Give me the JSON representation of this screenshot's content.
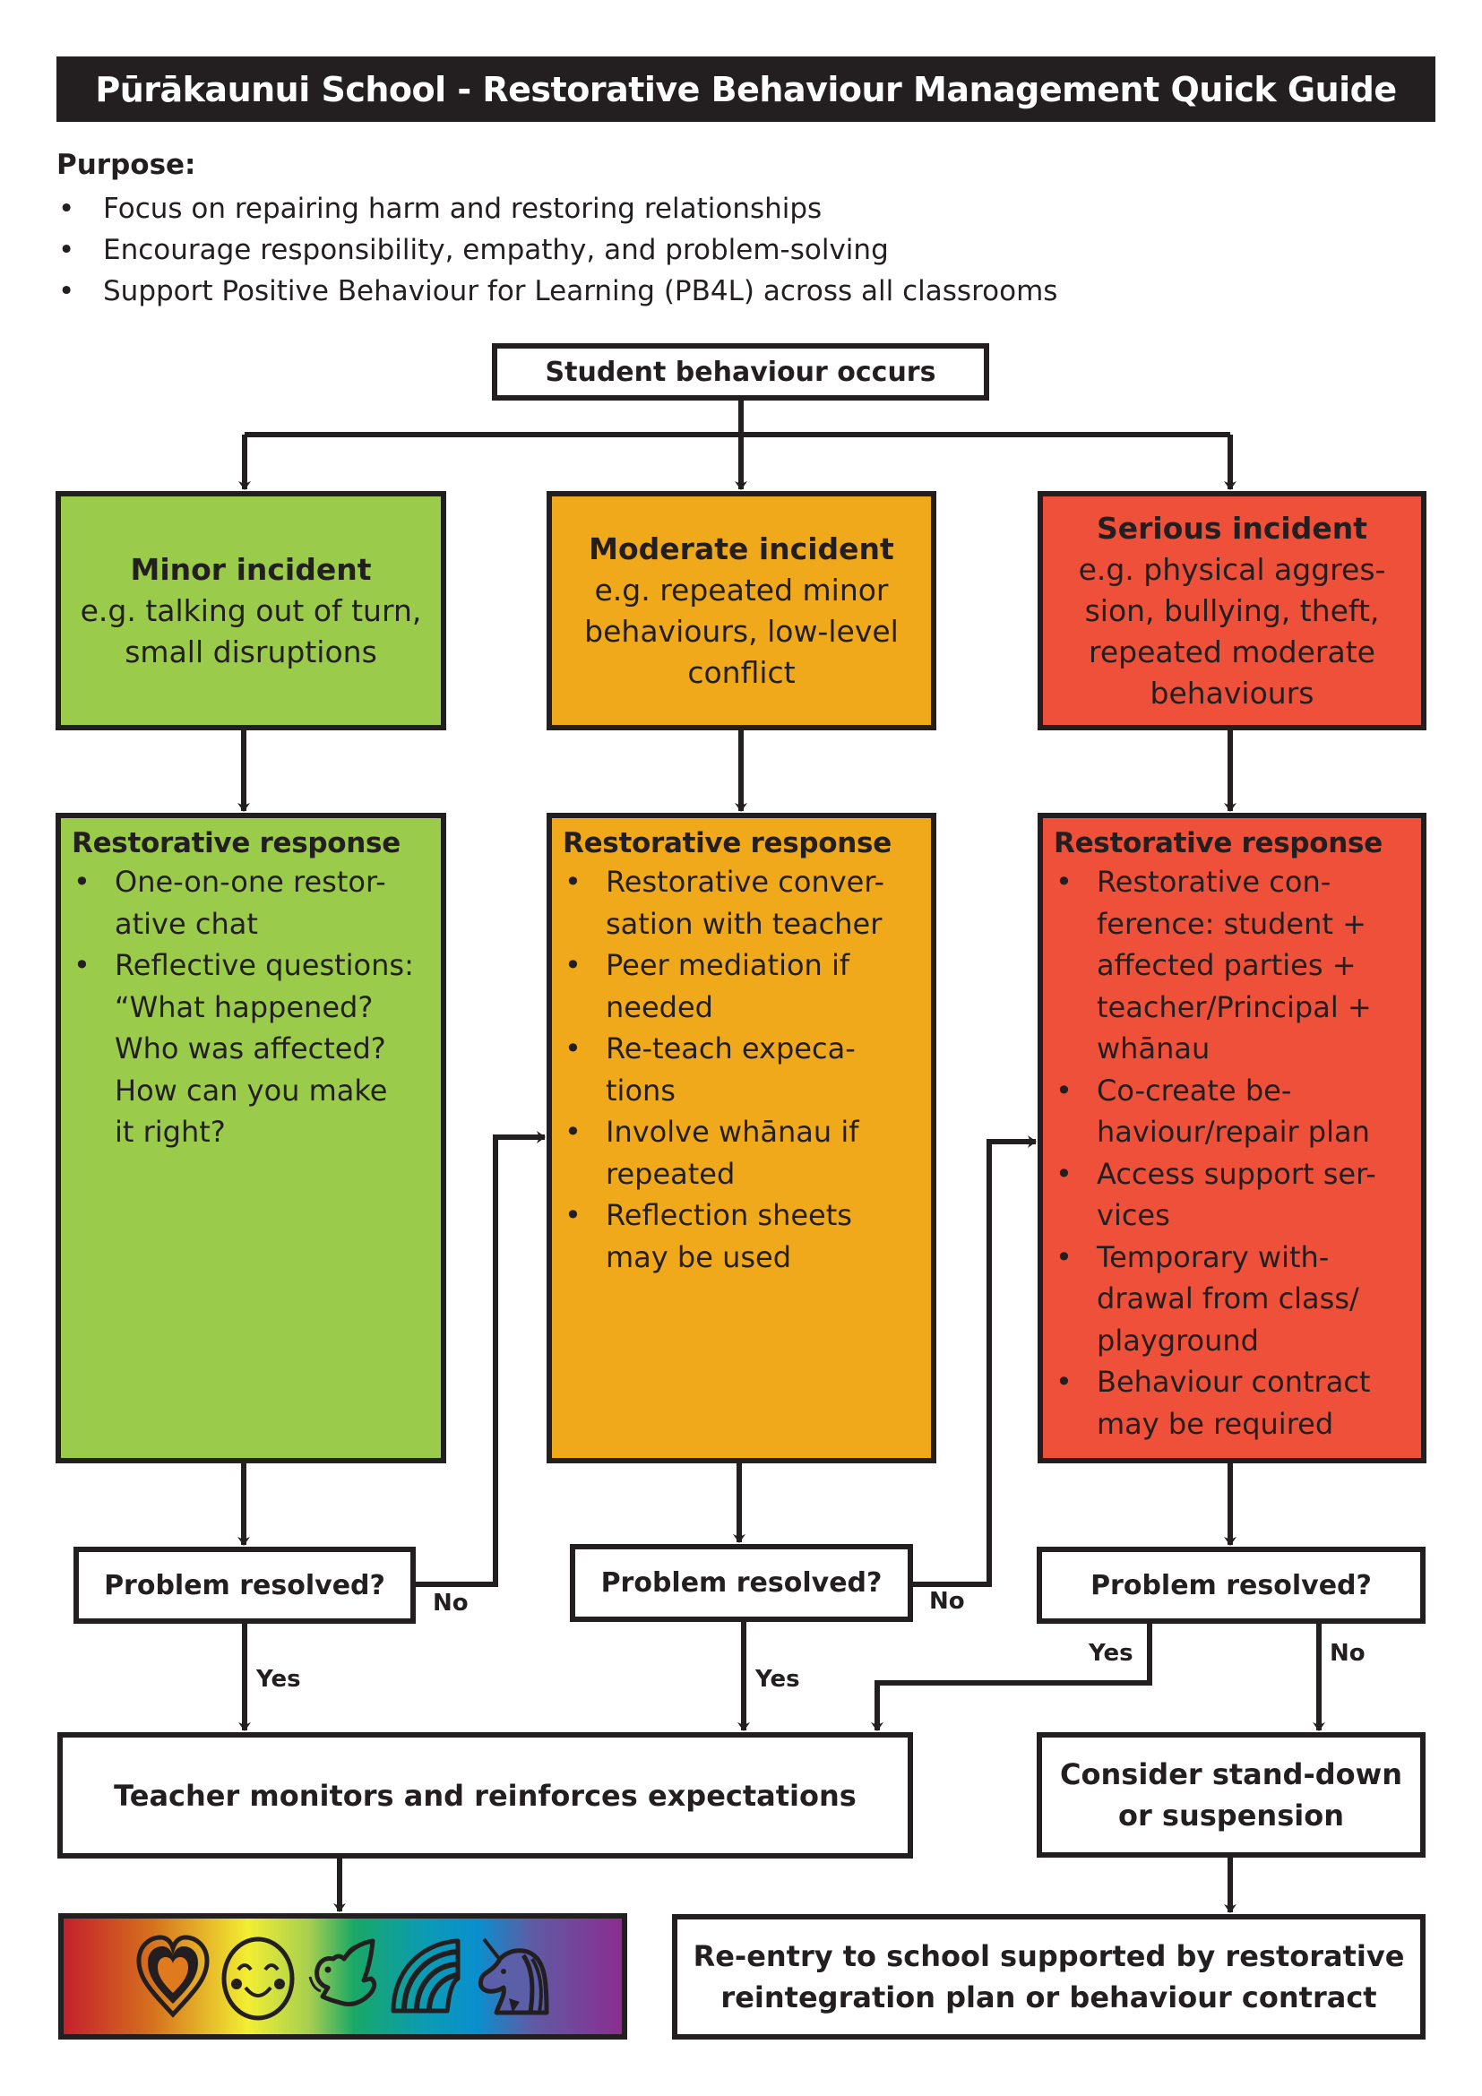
{
  "title": "Pūrākaunui School - Restorative Behaviour Management Quick Guide",
  "purpose": {
    "heading": "Purpose:",
    "items": [
      "Focus on repairing harm and restoring relationships",
      "Encourage responsibility, empathy, and problem-solving",
      "Support Positive Behaviour for Learning (PB4L) across all classrooms"
    ]
  },
  "flow": {
    "start": "Student behaviour occurs",
    "incidents": [
      {
        "name": "Minor incident",
        "example_lines": [
          "e.g. talking out of turn,",
          "small disruptions"
        ],
        "color": "#9bcb4b"
      },
      {
        "name": "Moderate incident",
        "example_lines": [
          "e.g. repeated minor",
          "behaviours, low-level",
          "conflict"
        ],
        "color": "#f0a91b"
      },
      {
        "name": "Serious incident",
        "example_lines": [
          "e.g. physical aggres-",
          "sion, bullying, theft,",
          "repeated moderate",
          "behaviours"
        ],
        "color": "#ef5039"
      }
    ],
    "responses": [
      {
        "heading": "Restorative response",
        "items": [
          [
            "One-on-one restor-",
            "ative chat"
          ],
          [
            "Reflective questions:",
            "“What happened?",
            "Who was affected?",
            "How can you make",
            "it right?"
          ]
        ]
      },
      {
        "heading": "Restorative response",
        "items": [
          [
            "Restorative conver-",
            "sation with teacher"
          ],
          [
            "Peer mediation if",
            "needed"
          ],
          [
            "Re-teach expeca-",
            "tions"
          ],
          [
            "Involve whānau if",
            "repeated"
          ],
          [
            "Reflection sheets",
            "may be used"
          ]
        ]
      },
      {
        "heading": "Restorative response",
        "items": [
          [
            "Restorative con-",
            "ference: student +",
            "affected parties +",
            "teacher/Principal +",
            "whānau"
          ],
          [
            "Co-create be-",
            "haviour/repair plan"
          ],
          [
            "Access support ser-",
            "vices"
          ],
          [
            "Temporary with-",
            "drawal from class/",
            "playground"
          ],
          [
            "Behaviour contract",
            "may be required"
          ]
        ]
      }
    ],
    "decision": "Problem resolved?",
    "yes_label": "Yes",
    "no_label": "No",
    "teacher_monitors": "Teacher monitors and reinforces expectations",
    "consider": [
      "Consider stand-down",
      "or suspension"
    ],
    "reentry": [
      "Re-entry to school supported by restorative",
      "reintegration plan or behaviour contract"
    ],
    "rainbow_icons": [
      "heart-icon",
      "smiling-face-icon",
      "dove-icon",
      "rainbow-icon",
      "unicorn-icon"
    ]
  }
}
